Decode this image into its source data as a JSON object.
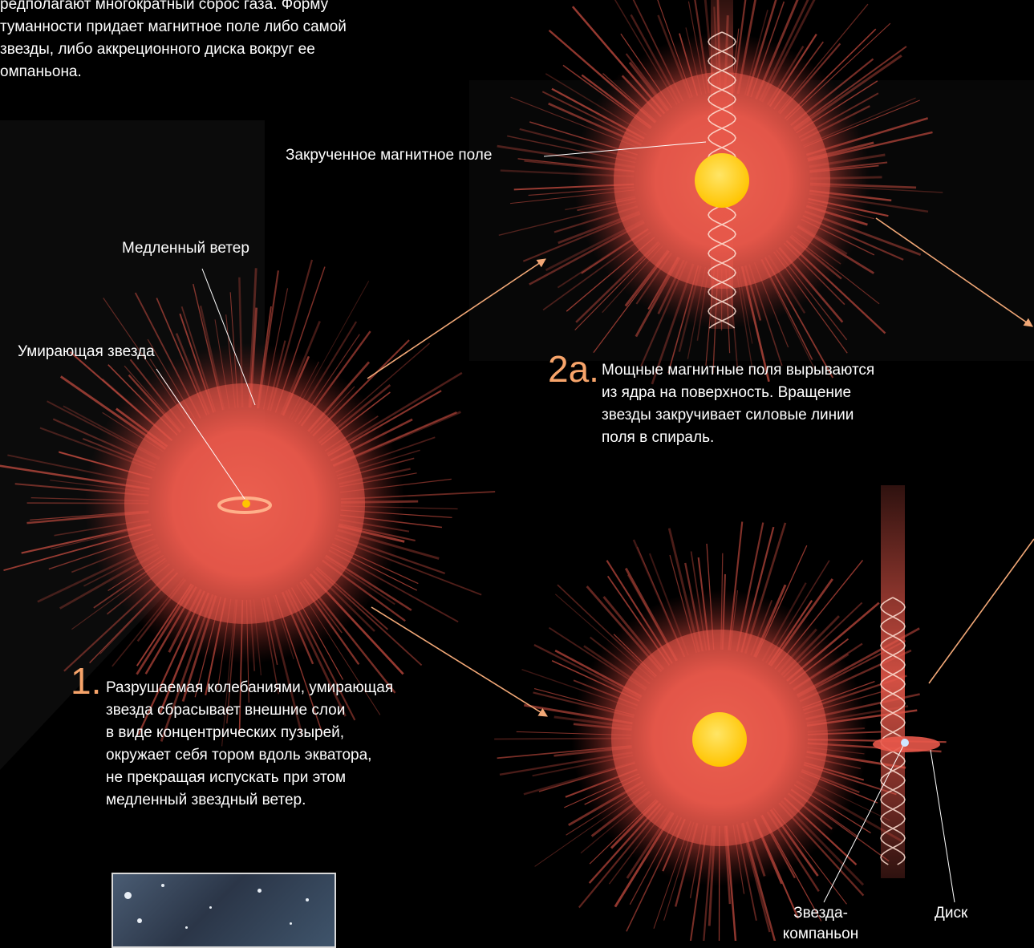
{
  "intro_lines": [
    "редполагают многократный сброс газа. Форму",
    "туманности придает магнитное поле либо самой",
    "звезды, либо аккреционного диска вокруг ее",
    "омпаньона."
  ],
  "labels": {
    "twisted_field": "Закрученное магнитное поле",
    "slow_wind": "Медленный ветер",
    "dying_star": "Умирающая звезда",
    "companion_star_line1": "Звезда-",
    "companion_star_line2": "компаньон",
    "disk": "Диск"
  },
  "steps": {
    "step1": {
      "number": "1.",
      "lines": [
        "Разрушаемая колебаниями, умирающая",
        "звезда сбрасывает внешние слои",
        "в виде концентрических пузырей,",
        "окружает себя тором вдоль экватора,",
        "не прекращая испускать при этом",
        "медленный звездный ветер."
      ]
    },
    "step2a": {
      "number": "2а.",
      "lines": [
        "Мощные магнитные поля вырываются",
        "из ядра на поверхность. Вращение",
        "звезды закручивает силовые линии",
        "поля в спираль."
      ]
    }
  },
  "colors": {
    "background": "#000000",
    "nebula": "#e8584a",
    "star_core": "#ffd21a",
    "arrow": "#f2a877",
    "step_number": "#f7a46a",
    "text": "#ffffff"
  }
}
